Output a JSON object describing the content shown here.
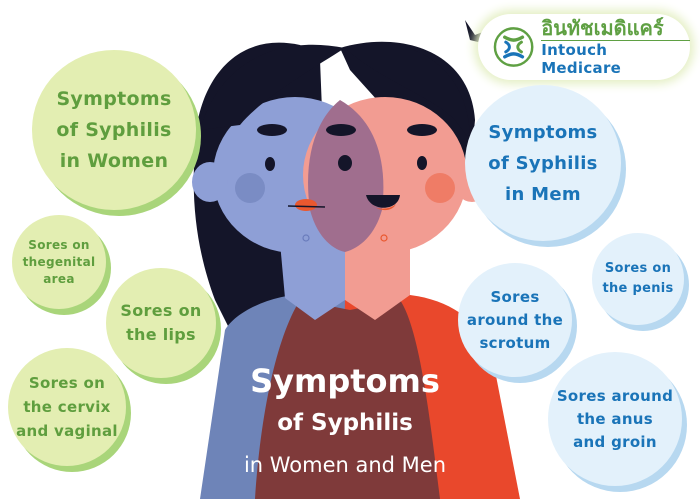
{
  "logo": {
    "thai_name": "อินทัชเมดิแคร์",
    "english_name": "Intouch Medicare",
    "icon": "intouch-x-logo-icon",
    "colors": {
      "green": "#5fa043",
      "blue": "#1a74b8"
    }
  },
  "women": {
    "heading": "Symptoms\nof Syphilis\nin Women",
    "symptoms": [
      "Sores on\nthegenital\narea",
      "Sores on\nthe lips",
      "Sores on\nthe cervix\nand vaginal"
    ],
    "color": "#5f9e3e"
  },
  "men": {
    "heading": "Symptoms\nof Syphilis\nin Mem",
    "symptoms": [
      "Sores on\nthe penis",
      "Sores\naround the\nscrotum",
      "Sores around\nthe anus\nand groin"
    ],
    "color": "#1a74b8"
  },
  "main_title": {
    "line1": "Symptoms",
    "line2": "of Syphilis",
    "line3": "in Women and Men"
  },
  "illustration": {
    "description": "woman-and-man-overlapping-faces",
    "colors": {
      "woman_skin": "#8e9fd6",
      "man_skin": "#f29c92",
      "overlap": "#a06e8e",
      "hair": "#141529",
      "woman_shirt": "#6e84b8",
      "man_shirt": "#e9482c",
      "overlap_shirt": "#7f3a3a"
    }
  }
}
